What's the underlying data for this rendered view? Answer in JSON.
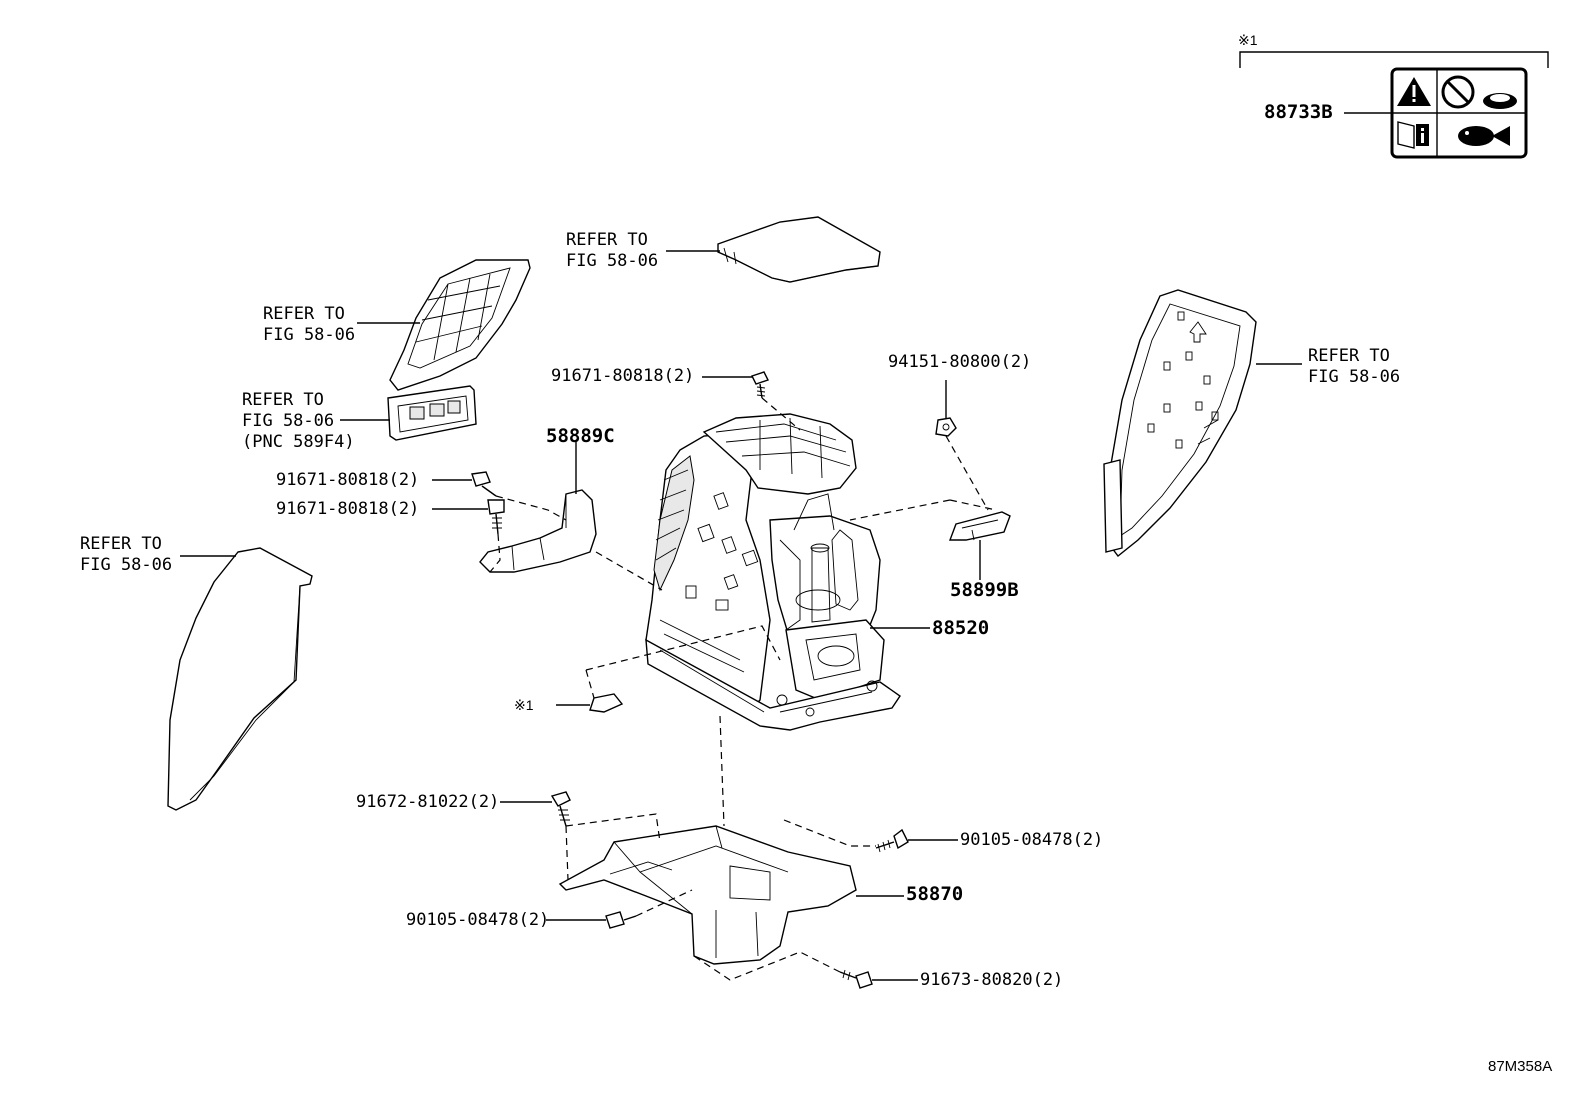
{
  "footnote_mark": "※1",
  "figure_code": "87M358A",
  "labels": {
    "part_88733b": "88733B",
    "refer_top_center": "REFER TO\nFIG 58-06",
    "refer_upper_left": "REFER TO\nFIG 58-06",
    "refer_pnc": "REFER TO\nFIG 58-06\n(PNC 589F4)",
    "refer_left": "REFER TO\nFIG 58-06",
    "refer_right": "REFER TO\nFIG 58-06",
    "bolt_top": "91671-80818(2)",
    "bolt_left_1": "91671-80818(2)",
    "bolt_left_2": "91671-80818(2)",
    "part_58889c": "58889C",
    "nut_94151": "94151-80800(2)",
    "part_58899b": "58899B",
    "part_88520": "88520",
    "mark_1": "※1",
    "bolt_91672": "91672-81022(2)",
    "bolt_90105_right": "90105-08478(2)",
    "part_58870": "58870",
    "bolt_90105_left": "90105-08478(2)",
    "bolt_91673": "91673-80820(2)"
  },
  "icons": [
    "warning-triangle-icon",
    "no-symbol-icon",
    "food-icon",
    "manual-info-icon",
    "fish-icon"
  ]
}
